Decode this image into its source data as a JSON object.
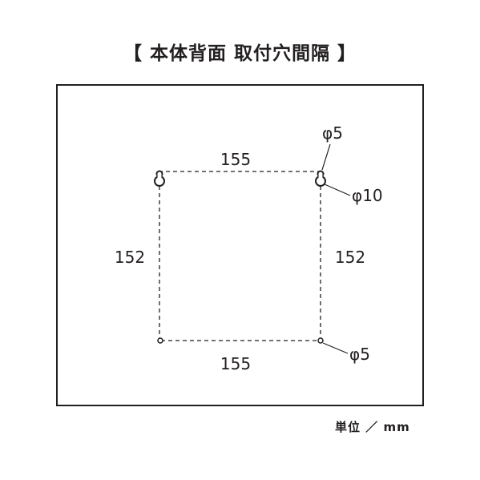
{
  "title": "【 本体背面 取付穴間隔 】",
  "dimensions": {
    "top_width": "155",
    "bottom_width": "155",
    "left_height": "152",
    "right_height": "152"
  },
  "callouts": {
    "top_slot_head": "φ5",
    "top_slot_body": "φ10",
    "bottom_hole": "φ5"
  },
  "unit_label": "単位 ／ mm"
}
